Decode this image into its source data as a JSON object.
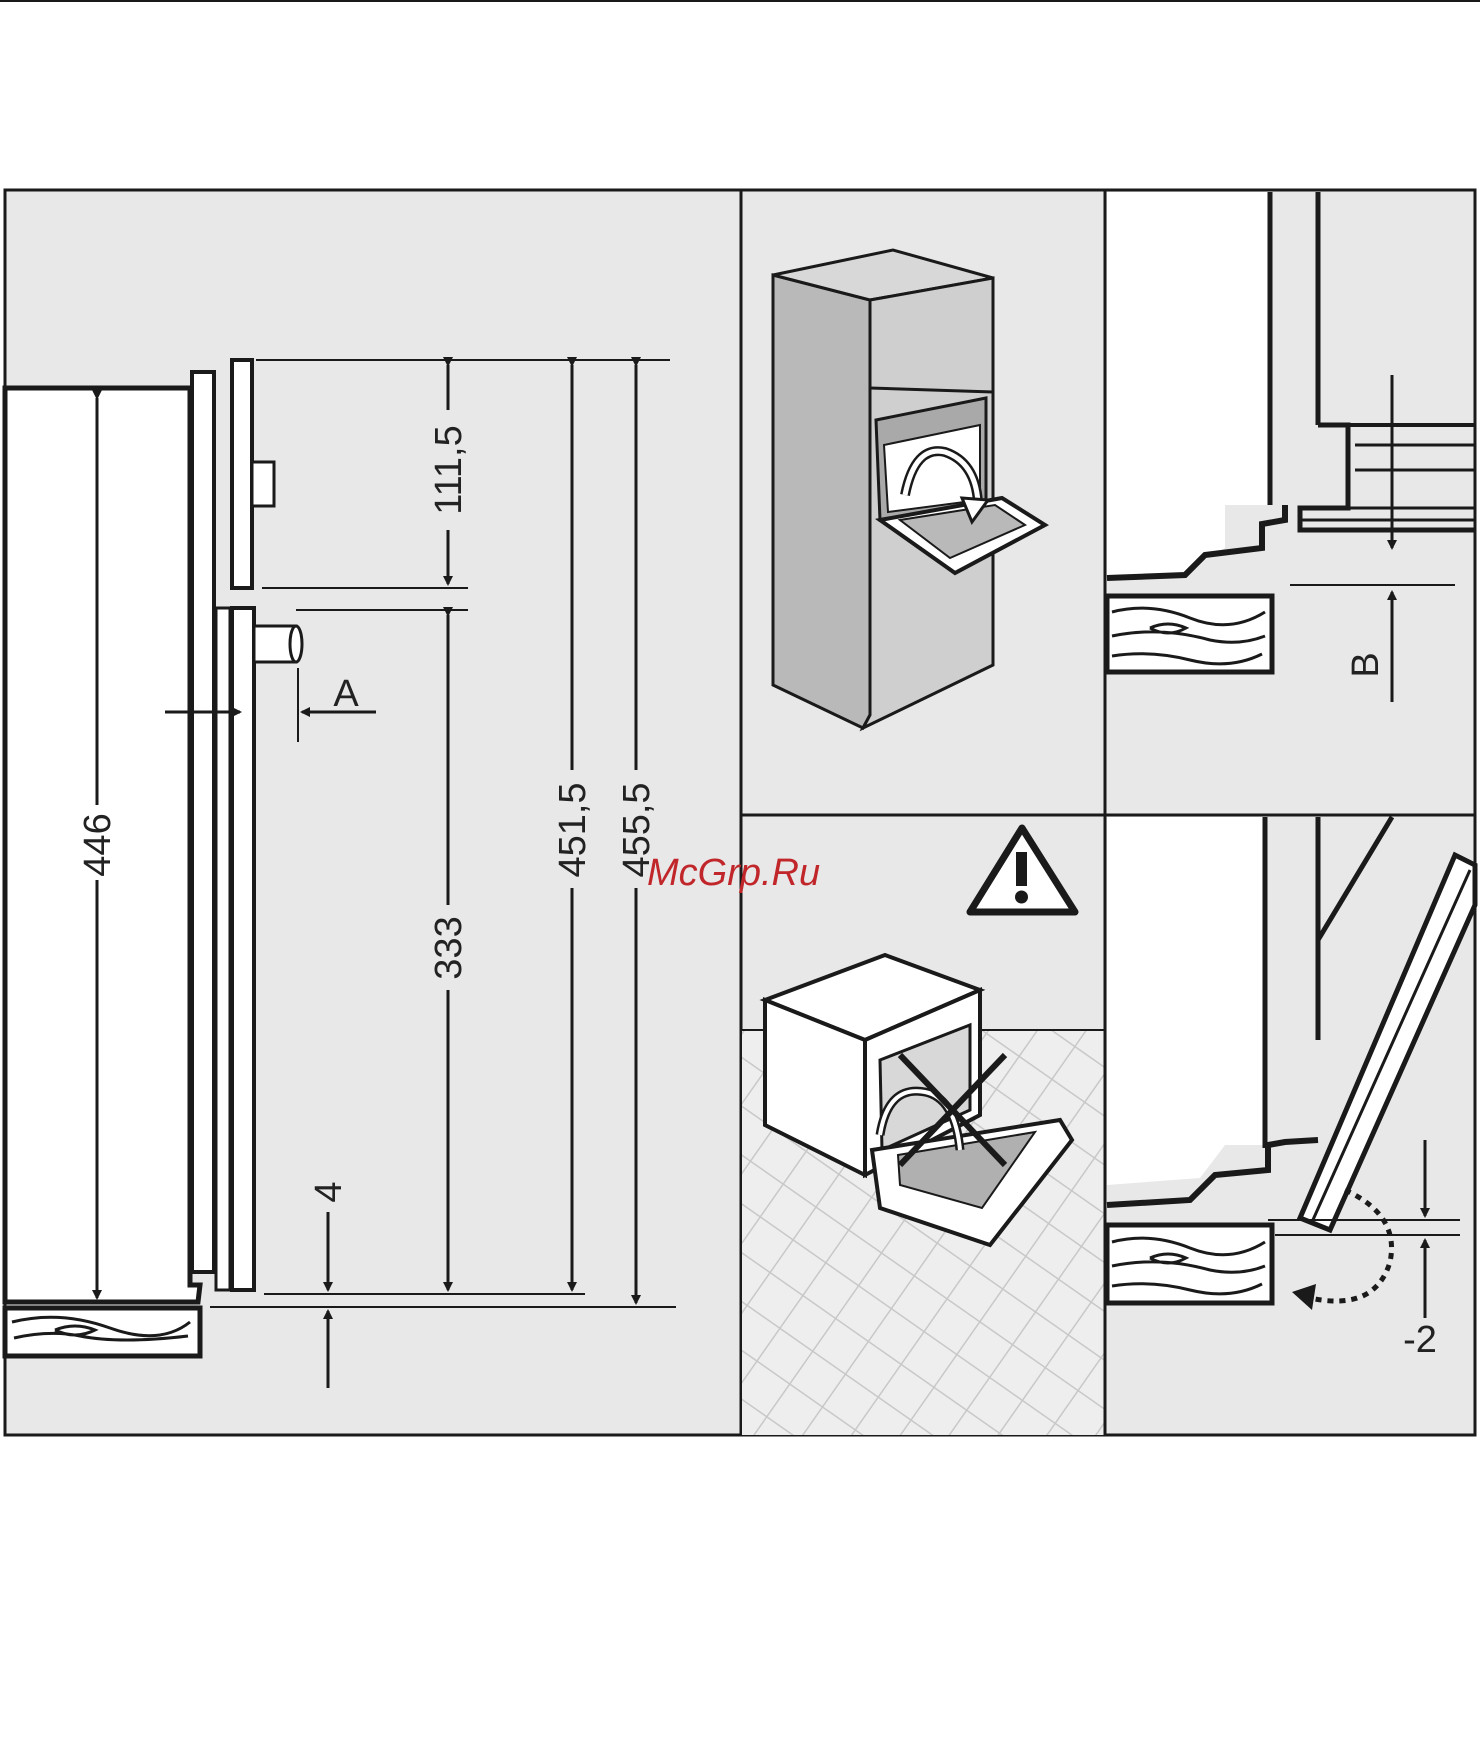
{
  "diagram": {
    "dimensions": {
      "d_446": "446",
      "d_111_5": "111,5",
      "d_333": "333",
      "d_451_5": "451,5",
      "d_455_5": "455,5",
      "d_4": "4",
      "d_minus_2": "-2"
    },
    "labels": {
      "label_a": "A",
      "label_b": "B"
    },
    "watermark": "McGrp.Ru"
  },
  "colors": {
    "panel_fill": "#e8e8e8",
    "line": "#1a1a1a",
    "watermark": "#c0262a",
    "appliance_fill": "#b9b9b9"
  }
}
